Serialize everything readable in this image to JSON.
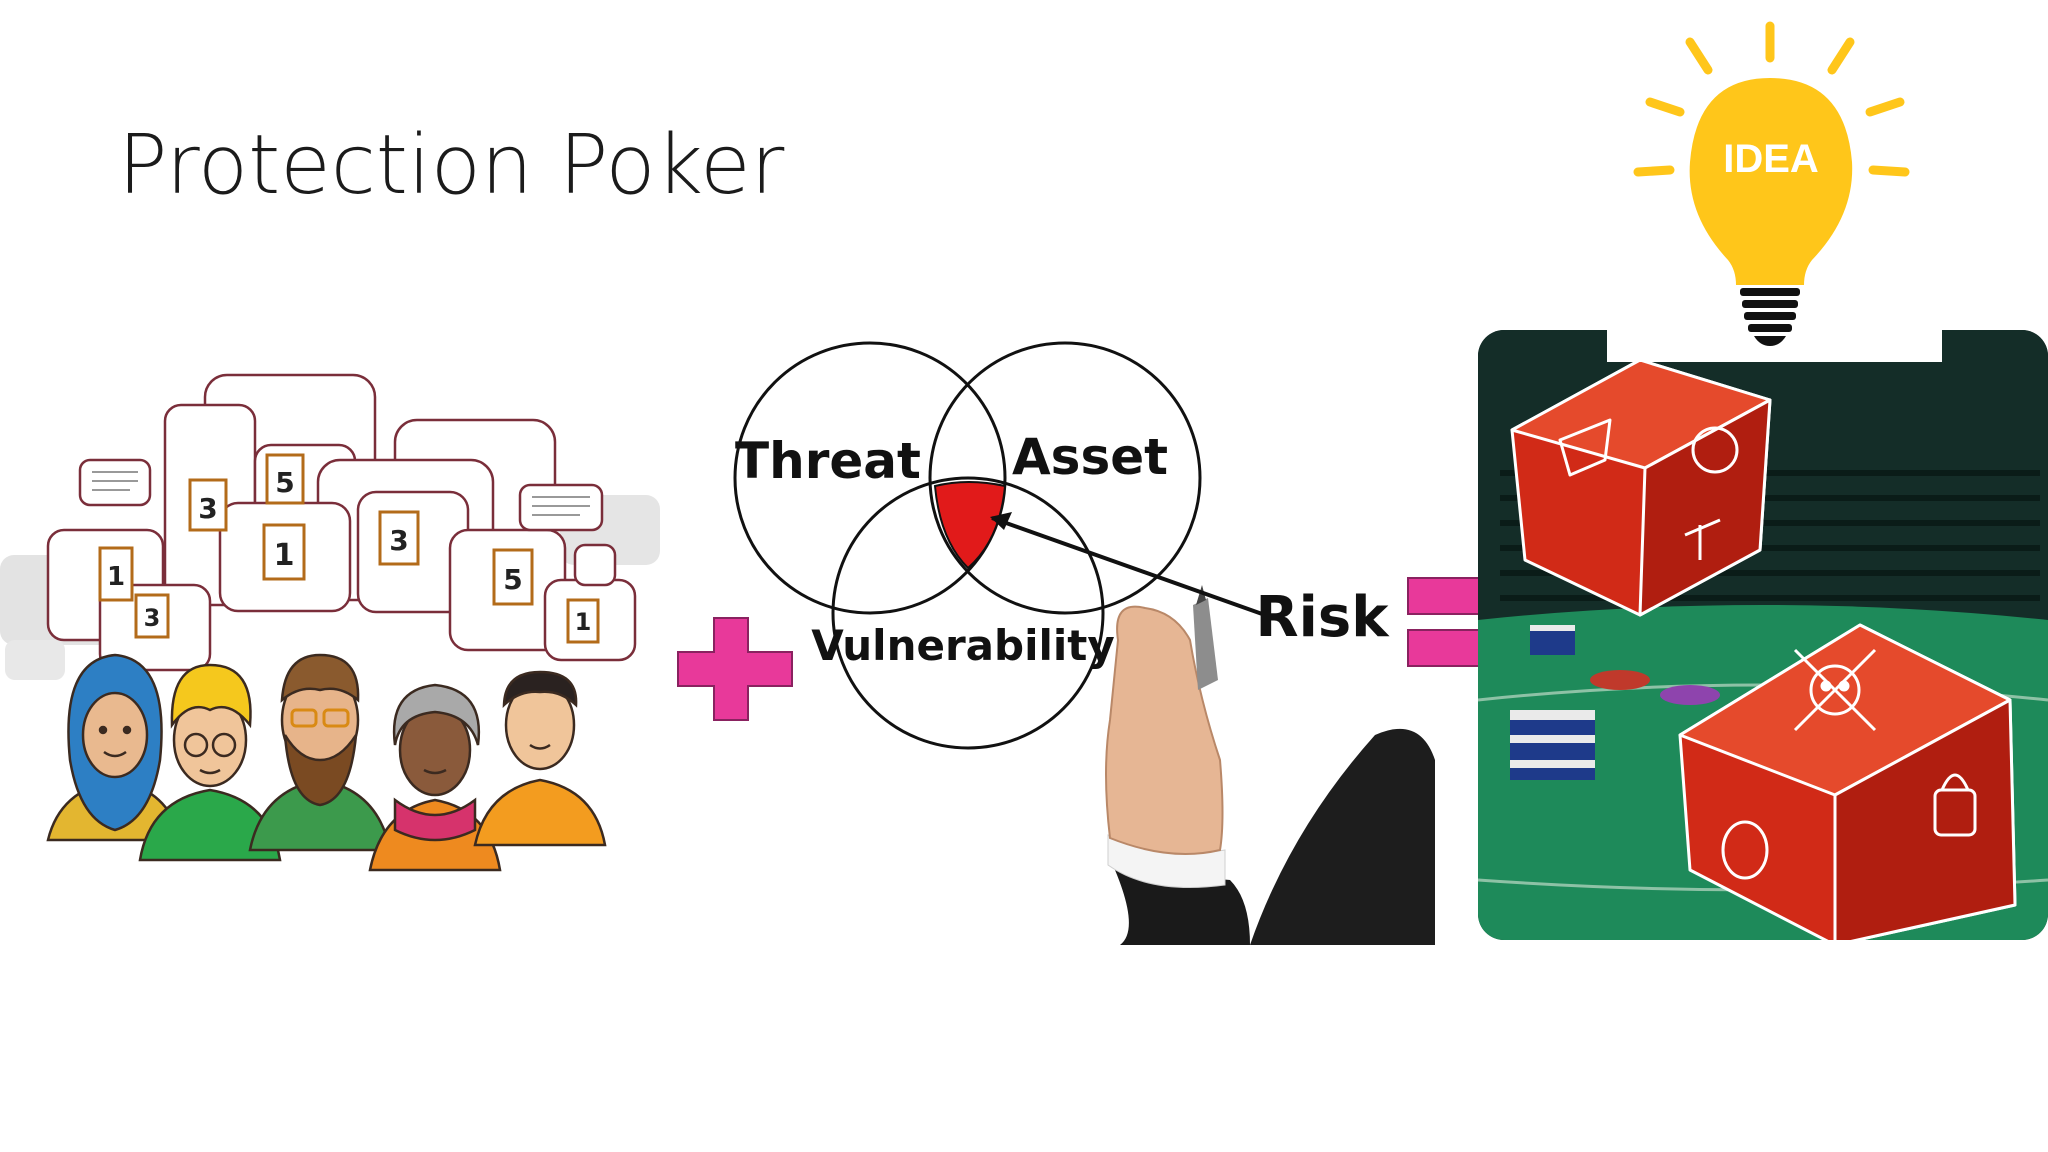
{
  "slide": {
    "title": "Protection Poker"
  },
  "venn": {
    "threat": "Threat",
    "asset": "Asset",
    "vulnerability": "Vulnerability",
    "risk": "Risk"
  },
  "lightbulb": {
    "label": "IDEA"
  },
  "speech_bubbles": {
    "card_values": [
      "3",
      "5",
      "1",
      "3",
      "1",
      "3",
      "5",
      "1"
    ]
  },
  "operators": {
    "plus": "+",
    "equals": "="
  },
  "icons": [
    "team-people-icon",
    "plus-sign-icon",
    "venn-diagram",
    "equals-sign-icon",
    "casino-dice-icon",
    "lightbulb-idea-icon"
  ],
  "colors": {
    "operator_pink": "#e8399a",
    "risk_red": "#e11a1a",
    "bulb_yellow": "#ffc61a",
    "felt_green": "#1e8a5a"
  }
}
